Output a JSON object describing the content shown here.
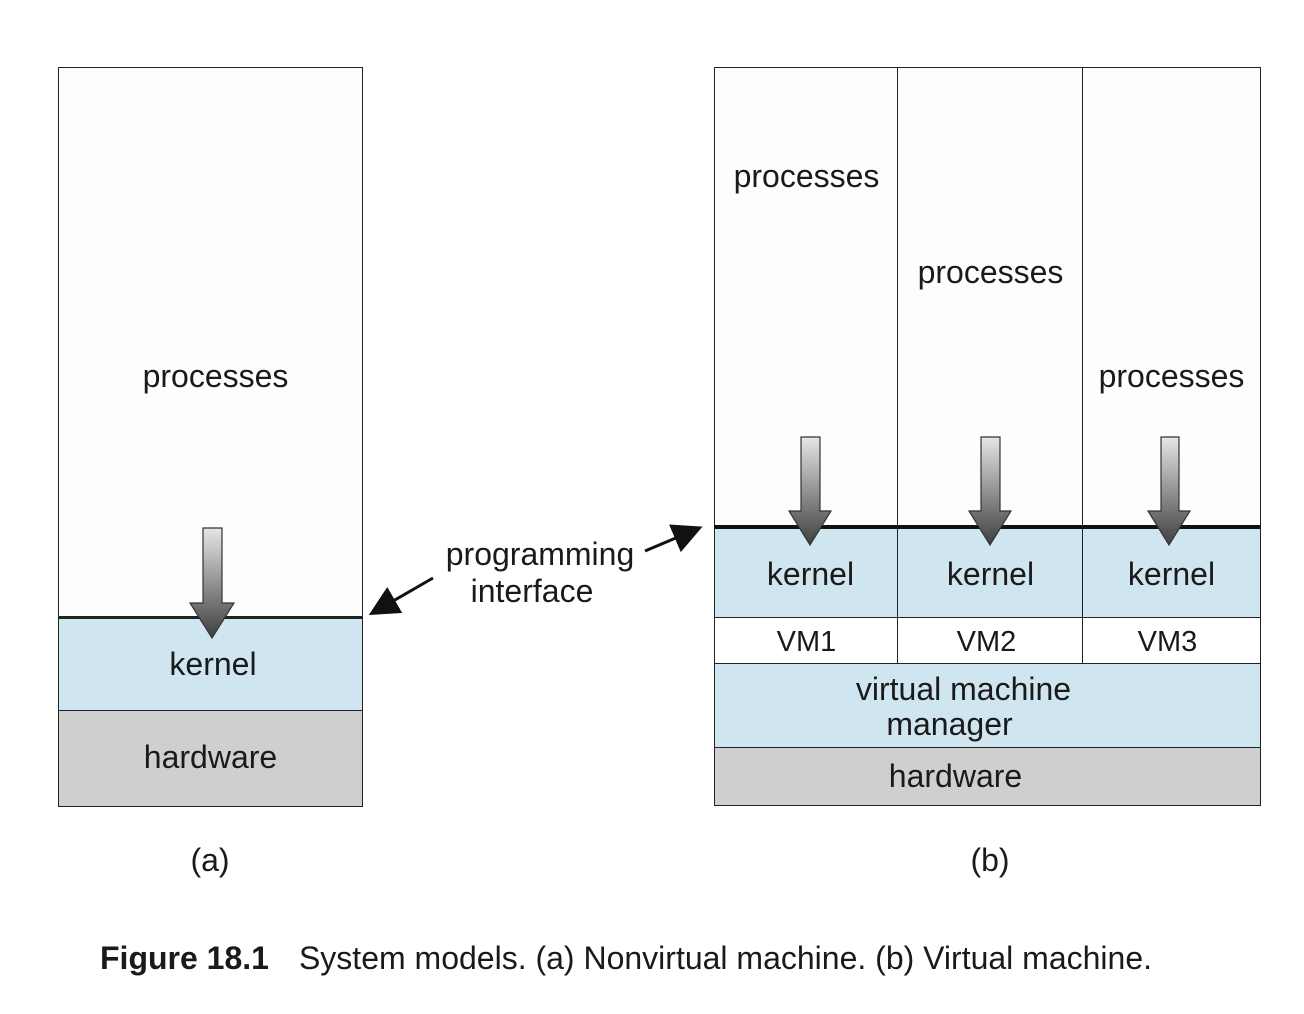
{
  "diagram_a": {
    "processes": "processes",
    "kernel": "kernel",
    "hardware": "hardware",
    "label": "(a)"
  },
  "programming_interface": {
    "line1": "programming",
    "line2": "interface"
  },
  "diagram_b": {
    "vms": [
      {
        "processes": "processes",
        "kernel": "kernel",
        "vm": "VM1"
      },
      {
        "processes": "processes",
        "kernel": "kernel",
        "vm": "VM2"
      },
      {
        "processes": "processes",
        "kernel": "kernel",
        "vm": "VM3"
      }
    ],
    "vmm_line1": "virtual machine",
    "vmm_line2": "manager",
    "hardware": "hardware",
    "label": "(b)"
  },
  "caption": {
    "number": "Figure 18.1",
    "text": "System models. (a) Nonvirtual machine. (b) Virtual machine."
  },
  "colors": {
    "process_fill": "#fdfdfd",
    "kernel_fill": "#cfe6f1",
    "hardware_fill": "#cfcfd0",
    "vm_fill": "#ffffff"
  }
}
